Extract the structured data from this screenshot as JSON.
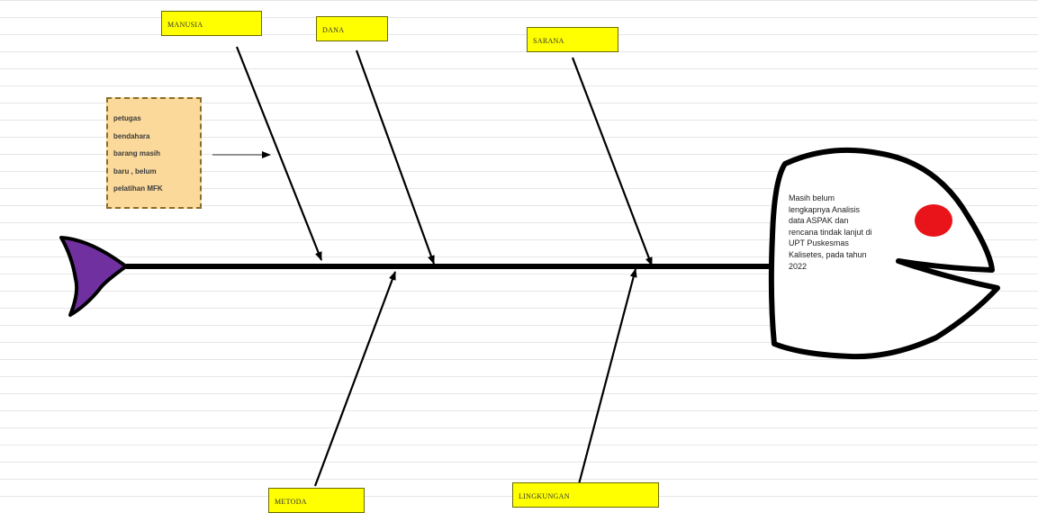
{
  "categories": {
    "top": [
      {
        "id": "manusia",
        "label": "MANUSIA"
      },
      {
        "id": "dana",
        "label": "DANA"
      },
      {
        "id": "sarana",
        "label": "SARANA"
      }
    ],
    "bottom": [
      {
        "id": "metode",
        "label": "METODA"
      },
      {
        "id": "lingkungan",
        "label": "LINGKUNGAN"
      }
    ]
  },
  "cause_note": "petugas\nbendahara\nbarang masih\nbaru , belum\npelatihan MFK",
  "problem_statement": "Masih belum\nlengkapnya Analisis\ndata ASPAK dan\nrencana tindak lanjut di\nUPT Puskesmas\nKalisetes, pada tahun\n2022",
  "colors": {
    "label_fill": "#ffff00",
    "note_fill": "#fbd99a",
    "tail_fill": "#7030a0",
    "eye_fill": "#e8141a",
    "line": "#000000"
  }
}
